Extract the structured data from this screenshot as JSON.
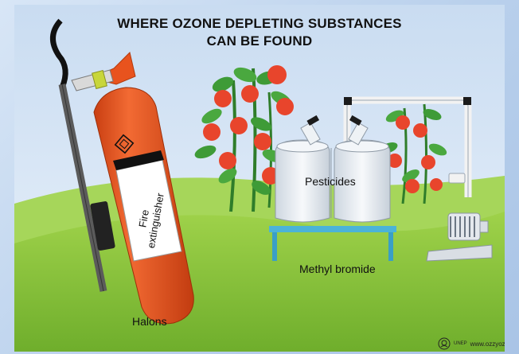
{
  "title": {
    "line1": "WHERE OZONE DEPLETING SUBSTANCES",
    "line2": "CAN BE FOUND"
  },
  "labels": {
    "fire_extinguisher_line1": "Fire",
    "fire_extinguisher_line2": "extinguisher",
    "pesticides": "Pesticides",
    "methyl_bromide": "Methyl bromide",
    "halons": "Halons"
  },
  "credit": {
    "org": "UNEP",
    "website": "www.ozzyozone.org"
  },
  "icons": {
    "logo": "unep-logo",
    "hazard": "hazard-diamond-icon"
  },
  "colors": {
    "sky": "#b9d0ec",
    "grass": "#8cc63f",
    "extinguisher": "#e8531e",
    "tomato": "#e8452c",
    "leaf": "#3e9b37",
    "tank": "#e9eef4",
    "table": "#4bb3d8"
  }
}
